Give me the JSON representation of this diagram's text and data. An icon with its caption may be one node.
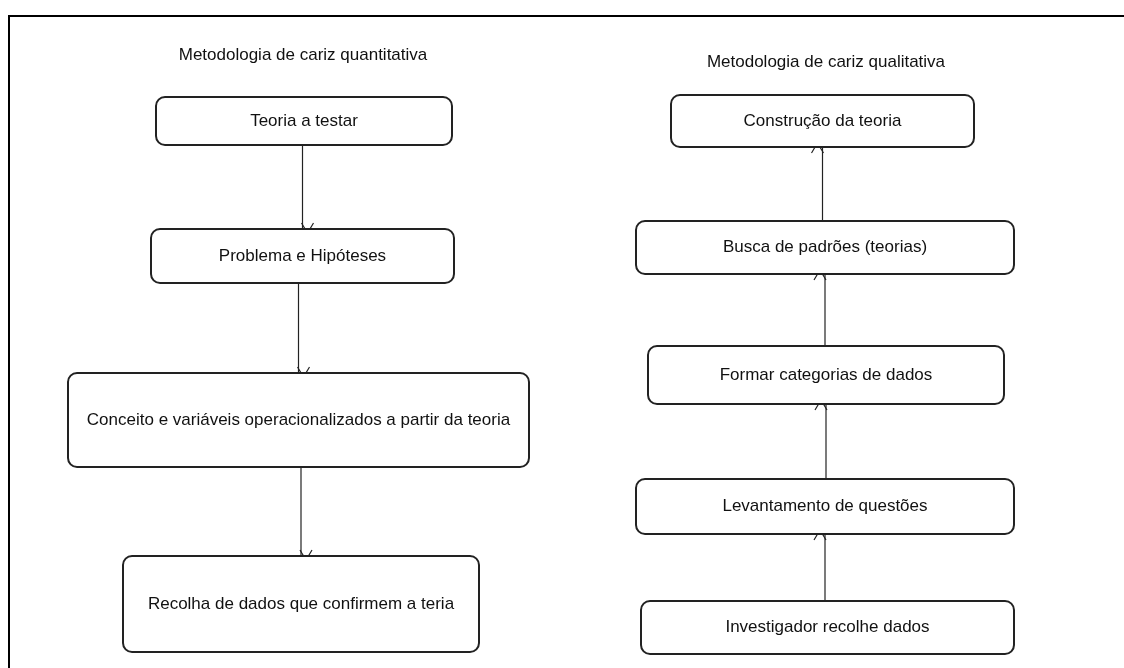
{
  "diagram": {
    "nodes": [
      {
        "text": [
          "Teoria a testar"
        ]
      },
      {
        "text": [
          "Problema e Hipóteses"
        ]
      },
      {
        "text": [
          "Conceito e variáveis operacionalizados a partir da teoria"
        ]
      },
      {
        "text": [
          "Recolha de dados que confirmem a teria"
        ]
      },
      {
        "text": [
          "Construção da teoria"
        ]
      },
      {
        "text": [
          "Busca de padrões (teorias)"
        ]
      },
      {
        "text": [
          "Formar categorias de dados"
        ]
      },
      {
        "text": [
          "Levantamento de questões"
        ]
      },
      {
        "text": [
          "Investigador recolhe dados"
        ]
      }
    ],
    "edges": [
      {
        "from": 0,
        "to": 1,
        "arrow": "to"
      },
      {
        "from": 1,
        "to": 2,
        "arrow": "to"
      },
      {
        "from": 2,
        "to": 3,
        "arrow": "to"
      },
      {
        "from": 8,
        "to": 7,
        "arrow": "to"
      },
      {
        "from": 7,
        "to": 6,
        "arrow": "to"
      },
      {
        "from": 6,
        "to": 5,
        "arrow": "to"
      },
      {
        "from": 5,
        "to": 4,
        "arrow": "to"
      }
    ],
    "labels": [
      "Metodologia de cariz quantitativa",
      "Metodologia de cariz qualitativa"
    ]
  }
}
